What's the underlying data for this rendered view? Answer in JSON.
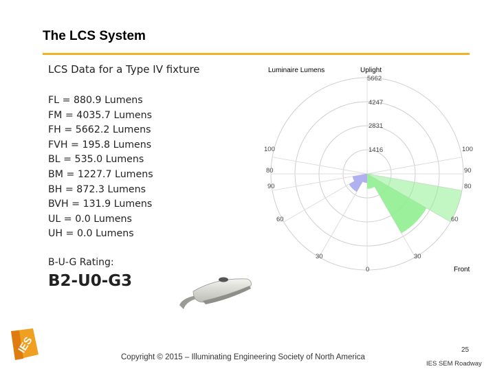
{
  "slide": {
    "title": "The LCS System",
    "subheading": "LCS Data for a Type IV fixture",
    "lumens": [
      "FL = 880.9 Lumens",
      "FM = 4035.7 Lumens",
      "FH = 5662.2 Lumens",
      "FVH = 195.8 Lumens",
      "BL = 535.0 Lumens",
      "BM = 1227.7 Lumens",
      "BH = 872.3 Lumens",
      "BVH = 131.9 Lumens",
      "UL = 0.0 Lumens",
      "UH = 0.0 Lumens"
    ],
    "rating_label": "B-U-G Rating:",
    "rating": "B2-U0-G3",
    "accent_color": "#f0b323"
  },
  "chart_data": {
    "type": "polar",
    "title": "Luminaire Lumens",
    "radial_ticks": [
      "5662",
      "4247",
      "2831",
      "1416"
    ],
    "angle_labels": {
      "top": "Uplight",
      "left": [
        "100",
        "80",
        "60",
        "30"
      ],
      "left_inner": "90",
      "right": [
        "100",
        "90",
        "80",
        "60",
        "30"
      ],
      "bottom": "0",
      "bottom_right": "Front"
    },
    "zones": [
      {
        "name": "FL",
        "lumens": 880.9,
        "start_deg": 0,
        "end_deg": 30,
        "color": "#90ee90"
      },
      {
        "name": "FM",
        "lumens": 4035.7,
        "start_deg": 30,
        "end_deg": 60,
        "color": "#90ee90"
      },
      {
        "name": "FH",
        "lumens": 5662.2,
        "start_deg": 60,
        "end_deg": 80,
        "color": "#90ee90"
      },
      {
        "name": "FVH",
        "lumens": 195.8,
        "start_deg": 80,
        "end_deg": 90,
        "color": "#90ee90"
      },
      {
        "name": "BL",
        "lumens": 535.0,
        "start_deg": 0,
        "end_deg": 30,
        "color": "#a8a8f0"
      },
      {
        "name": "BM",
        "lumens": 1227.7,
        "start_deg": 30,
        "end_deg": 60,
        "color": "#a8a8f0"
      },
      {
        "name": "BH",
        "lumens": 872.3,
        "start_deg": 60,
        "end_deg": 80,
        "color": "#a8a8f0"
      },
      {
        "name": "BVH",
        "lumens": 131.9,
        "start_deg": 80,
        "end_deg": 90,
        "color": "#a8a8f0"
      },
      {
        "name": "UL",
        "lumens": 0.0,
        "start_deg": 90,
        "end_deg": 100,
        "color": "#a8a8f0"
      },
      {
        "name": "UH",
        "lumens": 0.0,
        "start_deg": 100,
        "end_deg": 180,
        "color": "#a8a8f0"
      }
    ],
    "max_radius_value": 5662
  },
  "footer": {
    "logo_text": "IES",
    "copyright": "Copyright © 2015 – Illuminating Engineering Society of North America",
    "page_number": "25",
    "right_text": "IES SEM Roadway"
  }
}
